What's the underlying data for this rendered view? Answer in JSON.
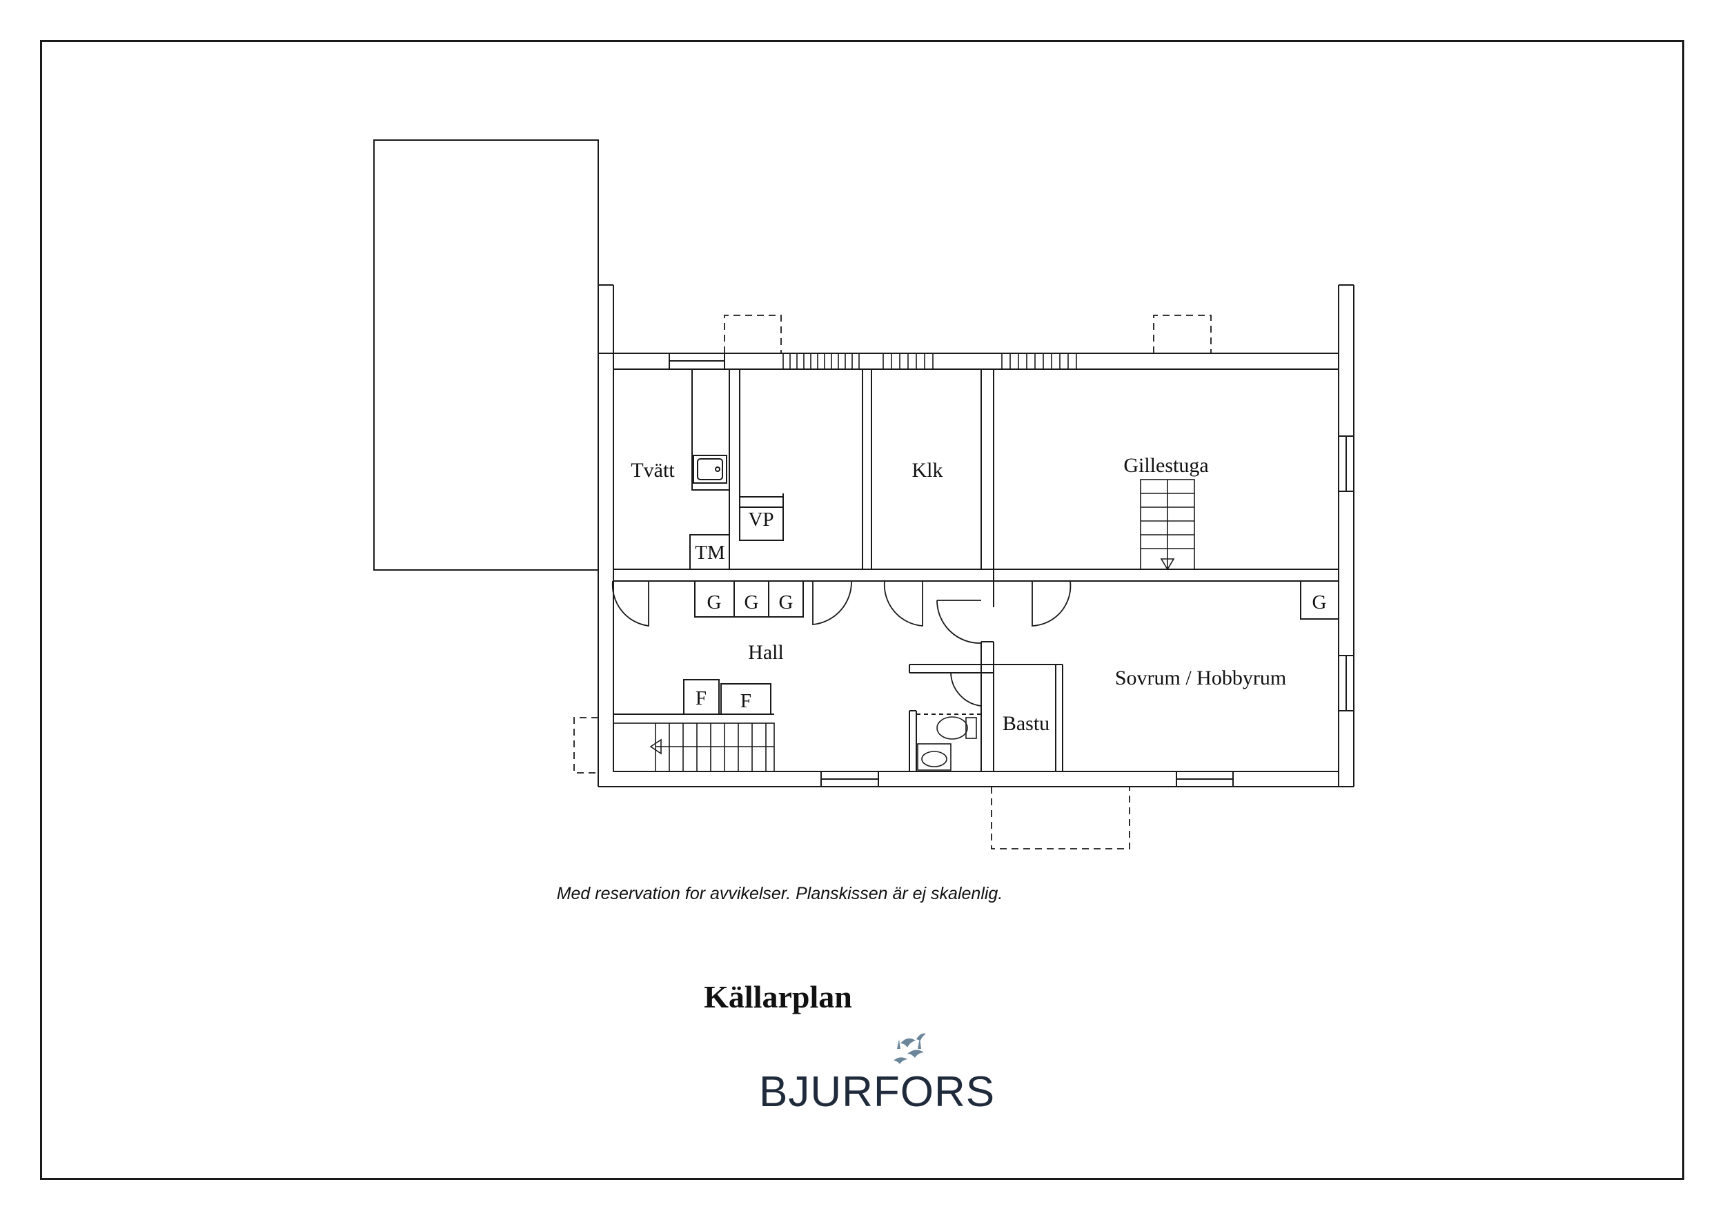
{
  "rooms": {
    "tvatt": "Tvätt",
    "klk": "Klk",
    "gillestuga": "Gillestuga",
    "hall": "Hall",
    "sovrum": "Sovrum / Hobbyrum",
    "bastu": "Bastu"
  },
  "fixtures": {
    "vp": "VP",
    "tm": "TM",
    "g": "G",
    "f": "F"
  },
  "disclaimer": "Med reservation for avvikelser. Planskissen är ej skalenlig.",
  "plan_title": "Källarplan",
  "brand": {
    "name": "BJURFORS",
    "bird_color": "#6b8599",
    "text_color": "#1f2a3a"
  }
}
